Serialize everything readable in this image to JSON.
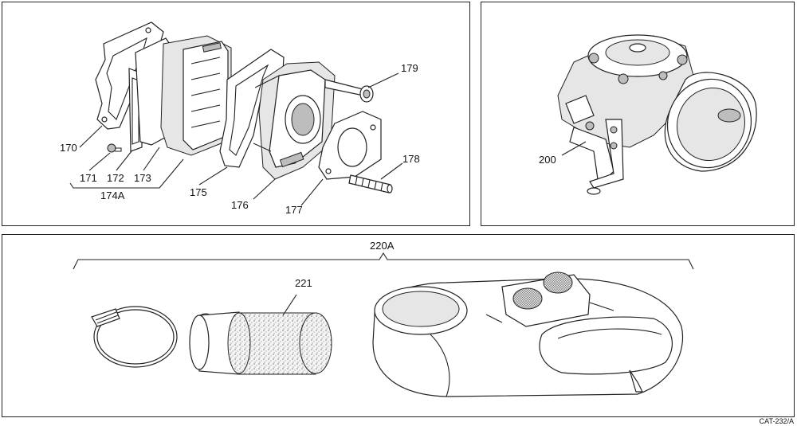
{
  "labels": {
    "p170": "170",
    "p171": "171",
    "p172": "172",
    "p173": "173",
    "p174a": "174A",
    "p175": "175",
    "p176": "176",
    "p177": "177",
    "p178": "178",
    "p179": "179",
    "p200": "200",
    "p220a": "220A",
    "p221": "221"
  },
  "catalog_code": "CAT-232/A"
}
